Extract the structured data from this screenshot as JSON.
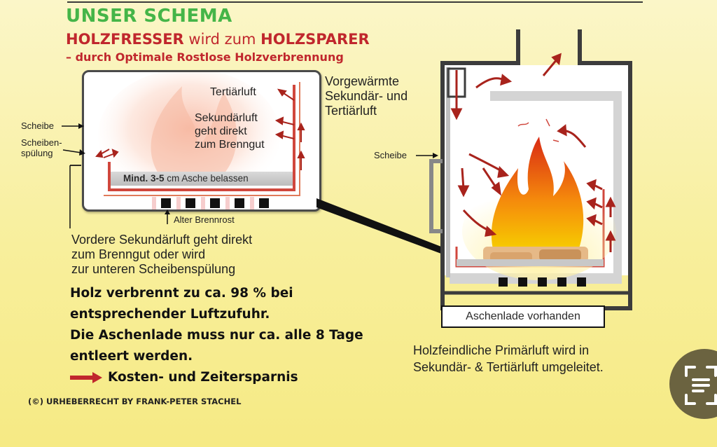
{
  "title": {
    "main": "UNSER SCHEMA",
    "line2_a": "HOLZFRESSER",
    "line2_b": " wird zum ",
    "line2_c": "HOLZSPARER",
    "line3": "– durch Optimale Rostlose Holzverbrennung"
  },
  "labels": {
    "scheibe_left": "Scheibe",
    "scheibenspuelung": "Scheiben-\nspülung",
    "tertiaerluft": "Tertiärluft",
    "sekundaerluft": "Sekundärluft\ngeht direkt\nzum Brenngut",
    "asche_bold": "Mind. 3-5",
    "asche_rest": " cm Asche belassen",
    "alter_brennrost": "Alter Brennrost",
    "vorgewaermte": "Vorgewärmte\nSekundär- und\nTertiärluft",
    "scheibe_right": "Scheibe",
    "aschenlade": "Aschenlade vorhanden",
    "primaerluft": "Holzfeindliche Primärluft wird in\nSekundär- & Tertiärluft umgeleitet.",
    "vordere": "Vordere Sekundärluft geht direkt\nzum Brenngut oder wird\nzur unteren Scheibenspülung"
  },
  "bold_text": {
    "line1": "Holz verbrennt zu ca. 98 % bei",
    "line2": "entsprechender Luftzufuhr.",
    "line3": "Die Aschenlade muss nur ca. alle 8 Tage",
    "line4": "entleert werden.",
    "line5": "Kosten- und Zeitersparnis"
  },
  "copyright": "(©) URHEBERRECHT BY FRANK-PETER STACHEL",
  "colors": {
    "green": "#45b548",
    "red": "#c0272d",
    "arrow": "#a8231c",
    "background": "#f8ef9c"
  },
  "icons": {
    "scan": "scan-text-icon"
  }
}
